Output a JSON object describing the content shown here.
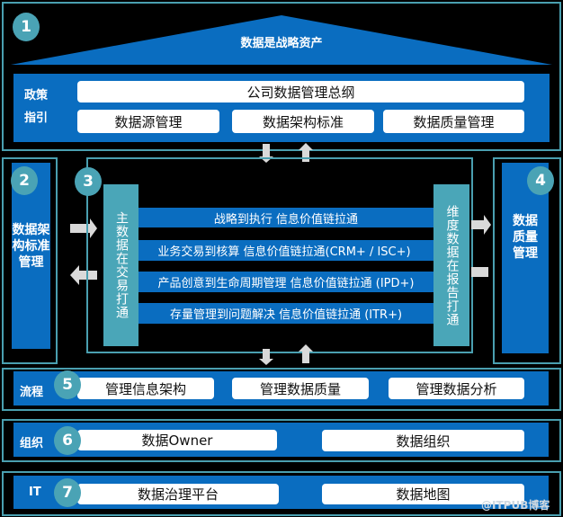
{
  "section1": {
    "number": "1",
    "roof_title": "数据是战略资产",
    "label_line1": "政策",
    "label_line2": "指引",
    "main_box": "公司数据管理总纲",
    "boxes": [
      "数据源管理",
      "数据架构标准",
      "数据质量管理"
    ]
  },
  "section2": {
    "number": "2",
    "title": "数据架构标准管理"
  },
  "section3": {
    "number": "3",
    "left_column": "主数据在交易打通",
    "right_column": "维度数据在报告打通",
    "bands": [
      "战略到执行 信息价值链拉通",
      "业务交易到核算  信息价值链拉通(CRM+ / ISC+)",
      "产品创意到生命周期管理 信息价值链拉通 (IPD+)",
      "存量管理到问题解决 信息价值链拉通 (ITR+)"
    ]
  },
  "section4": {
    "number": "4",
    "title": "数据质量管理"
  },
  "section5": {
    "number": "5",
    "label": "流程",
    "boxes": [
      "管理信息架构",
      "管理数据质量",
      "管理数据分析"
    ]
  },
  "section6": {
    "number": "6",
    "label": "组织",
    "boxes": [
      "数据Owner",
      "数据组织"
    ]
  },
  "section7": {
    "number": "7",
    "label": "IT",
    "boxes": [
      "数据治理平台",
      "数据地图"
    ]
  },
  "watermark": "@ITPUB博客",
  "colors": {
    "blue": "#0a6dc0",
    "teal": "#4aa6b8",
    "arrow": "#d9d9d9"
  }
}
